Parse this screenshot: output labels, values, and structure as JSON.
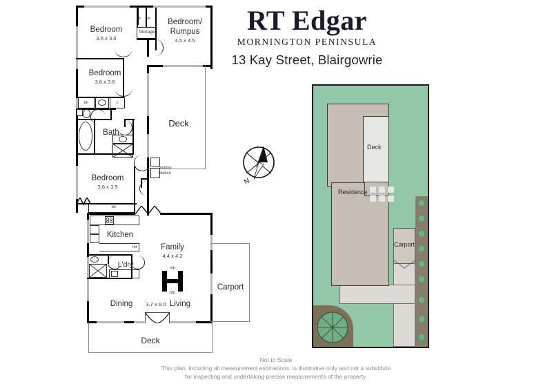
{
  "brand": {
    "name": "RT Edgar",
    "region": "MORNINGTON PENINSULA",
    "address": "13 Kay Street, Blairgowrie"
  },
  "floorplan": {
    "rooms": [
      {
        "id": "bedroom-1",
        "name": "Bedroom",
        "dim": "3.6 x 3.6"
      },
      {
        "id": "bedroom-2",
        "name": "Bedroom",
        "dim": "3.6 x 3.6"
      },
      {
        "id": "bedroom-rumpus",
        "name": "Bedroom/",
        "name2": "Rumpus",
        "dim": "4.5 x 4.5"
      },
      {
        "id": "storage",
        "name": "Storage",
        "dim": ""
      },
      {
        "id": "bath",
        "name": "Bath",
        "dim": ""
      },
      {
        "id": "bedroom-3",
        "name": "Bedroom",
        "dim": "3.6 x 3.9"
      },
      {
        "id": "deck-upper",
        "name": "Deck",
        "dim": ""
      },
      {
        "id": "kitchen",
        "name": "Kitchen",
        "dim": ""
      },
      {
        "id": "laundry",
        "name": "L'dry",
        "dim": ""
      },
      {
        "id": "family",
        "name": "Family",
        "dim": "4.4 x 4.2"
      },
      {
        "id": "dining",
        "name": "Dining",
        "dim": ""
      },
      {
        "id": "living",
        "name": "Living",
        "dim": ""
      },
      {
        "id": "dining-living-dim",
        "name": "3.7 x 8.0",
        "dim": ""
      },
      {
        "id": "carport",
        "name": "Carport",
        "dim": ""
      },
      {
        "id": "deck-lower",
        "name": "Deck",
        "dim": ""
      }
    ],
    "annotations": {
      "bir": "bir",
      "cupboard": "c",
      "fridge": "ref",
      "outdoor_kitchen_line1": "outdoor",
      "outdoor_kitchen_line2": "kitchen",
      "fireplace": "ofp",
      "compass_north": "N"
    }
  },
  "siteplan": {
    "residence": "Residence",
    "deck": "Deck",
    "carport": "Carport"
  },
  "disclaimer": {
    "line1": "Not to Scale",
    "line2": "This plan, including all measurement estimations, is illustrative only and not a substitute",
    "line3": "for inspecting and undertaking precise measurements of the property."
  },
  "colors": {
    "lawn": "#92c7a8",
    "residence_fill": "#c6bdb5",
    "deck_fill": "#e6e6e4",
    "driveway": "#dcd9d4",
    "garden_bed": "#897e6b",
    "wall": "#000000",
    "window": "#b8b8b8"
  }
}
